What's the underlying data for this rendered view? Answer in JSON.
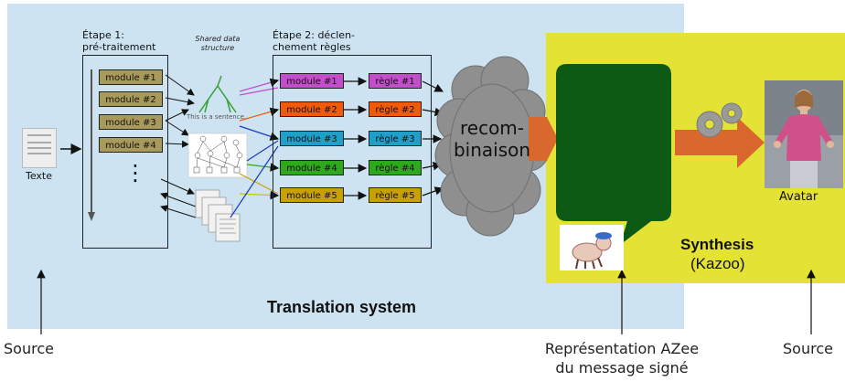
{
  "stage1": {
    "title_line1": "Étape 1:",
    "title_line2": "pré-traitement",
    "modules": [
      "module #1",
      "module #2",
      "module #3",
      "module #4"
    ],
    "ellipsis": "⋮"
  },
  "shared": {
    "line1": "Shared data",
    "line2": "structure",
    "sentence": "This is a sentence."
  },
  "stage2": {
    "title_line1": "Étape 2: déclen-",
    "title_line2": "chement règles",
    "modules": [
      {
        "label": "module #1",
        "color": "#c24ec9"
      },
      {
        "label": "module #2",
        "color": "#f05a0a"
      },
      {
        "label": "module #3",
        "color": "#1fa0c8"
      },
      {
        "label": "module #4",
        "color": "#2ea81c"
      },
      {
        "label": "module #5",
        "color": "#c8a000"
      }
    ],
    "rules": [
      {
        "label": "règle #1",
        "color": "#c24ec9"
      },
      {
        "label": "règle #2",
        "color": "#f05a0a"
      },
      {
        "label": "règle #3",
        "color": "#1fa0c8"
      },
      {
        "label": "règle #4",
        "color": "#2ea81c"
      },
      {
        "label": "règle #5",
        "color": "#c8a000"
      }
    ]
  },
  "cloud": {
    "line1": "recom-",
    "line2": "binaison"
  },
  "texte": "Texte",
  "translation_label": "Translation system",
  "synthesis": {
    "title": "Synthesis",
    "subtitle": "(Kazoo)"
  },
  "avatar_label": "Avatar",
  "bottom": {
    "source_left": "Source",
    "azee_line1": "Représentation AZee",
    "azee_line2": "du message signé",
    "source_right": "Source"
  },
  "colors": {
    "translation_bg": "#cde3f1",
    "synthesis_bg": "#e3e235",
    "arrow_orange": "#d9682f",
    "speech_bubble": "#0d5a14"
  }
}
